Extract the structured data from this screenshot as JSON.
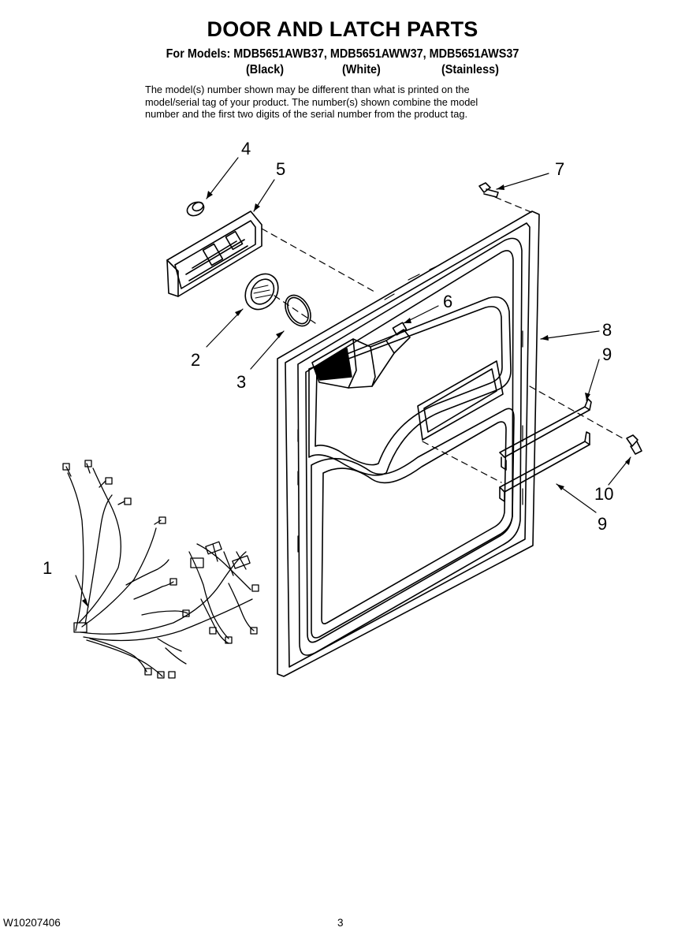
{
  "header": {
    "title": "DOOR AND LATCH PARTS",
    "models": "For Models: MDB5651AWB37, MDB5651AWW37, MDB5651AWS37",
    "variants": [
      "(Black)",
      "(White)",
      "(Stainless)"
    ],
    "note_lines": [
      "The model(s) number shown may be different than what is printed on the",
      "model/serial tag of your product. The number(s) shown combine the model",
      "number and the first two digits of the serial number from the product tag."
    ]
  },
  "callouts": [
    "1",
    "2",
    "3",
    "4",
    "5",
    "6",
    "7",
    "8",
    "9",
    "9",
    "10"
  ],
  "footer": {
    "doc_number": "W10207406",
    "page_number": "3"
  }
}
